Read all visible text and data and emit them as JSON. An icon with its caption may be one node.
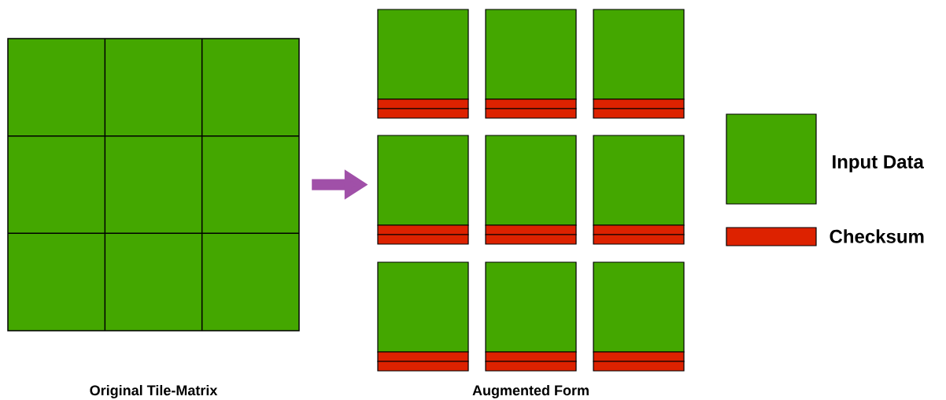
{
  "diagram": {
    "nodes": [
      {
        "text": [],
        "shape": "box",
        "beside": [
          "Original Tile-Matrix"
        ]
      },
      {
        "text": [],
        "shape": "box",
        "beside": [
          "Augmented Form"
        ]
      }
    ],
    "edges": [
      {
        "from": 0,
        "to": 1,
        "arrow": "to"
      }
    ],
    "legend": [
      {
        "text": "Input Data",
        "color": "#44a700"
      },
      {
        "text": "Checksum",
        "color": "#dd2200"
      }
    ]
  }
}
